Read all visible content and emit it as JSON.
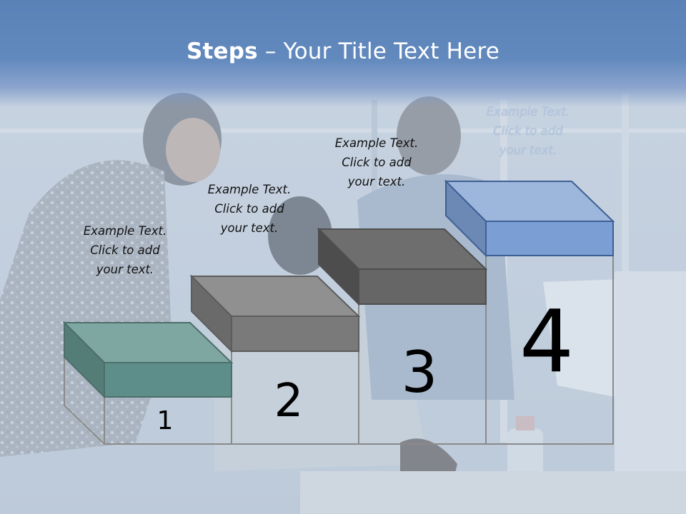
{
  "title": {
    "bold": "Steps",
    "rest": " – Your Title Text Here"
  },
  "steps": [
    {
      "number": "1",
      "text": [
        "Example Text.",
        "Click  to add",
        "your text."
      ],
      "color": "#5e8e8a"
    },
    {
      "number": "2",
      "text": [
        "Example Text.",
        "Click  to add",
        "your text."
      ],
      "color": "#7a7a7a"
    },
    {
      "number": "3",
      "text": [
        "Example Text.",
        "Click  to add",
        "your text."
      ],
      "color": "#666666"
    },
    {
      "number": "4",
      "text": [
        "Example Text.",
        "Click  to add",
        "your text."
      ],
      "color": "#7b9ed4"
    }
  ],
  "colors": {
    "title_band": "#5b82b8",
    "step1_top": "#5e8e8a",
    "step2_top": "#7a7a7a",
    "step3_top": "#666666",
    "step4_top": "#7b9ed4"
  }
}
